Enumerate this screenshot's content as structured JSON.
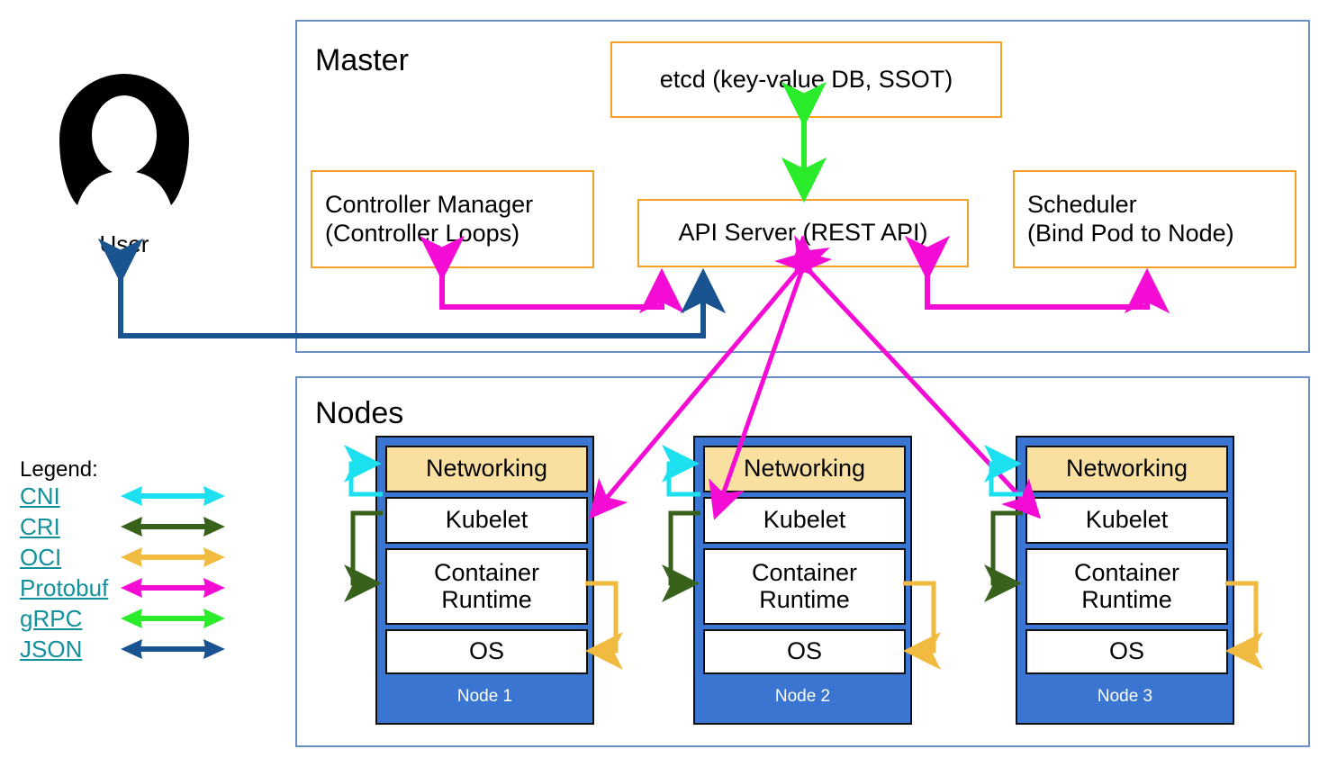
{
  "diagram": {
    "title_master": "Master",
    "title_nodes": "Nodes",
    "user_label": "User"
  },
  "master": {
    "etcd": "etcd (key-value DB, SSOT)",
    "controller_manager": "Controller Manager\n(Controller Loops)",
    "api_server": "API Server (REST API)",
    "scheduler": "Scheduler\n(Bind Pod to Node)"
  },
  "nodes": {
    "rows": [
      "Networking",
      "Kubelet",
      "Container\nRuntime",
      "OS"
    ],
    "items": [
      {
        "label": "Node 1"
      },
      {
        "label": "Node 2"
      },
      {
        "label": "Node 3"
      }
    ]
  },
  "legend": {
    "title": "Legend:",
    "items": [
      {
        "label": "CNI",
        "color": "#1ce0f0"
      },
      {
        "label": "CRI",
        "color": "#38611b"
      },
      {
        "label": "OCI",
        "color": "#f0bb40"
      },
      {
        "label": "Protobuf",
        "color": "#f40cd4"
      },
      {
        "label": "gRPC",
        "color": "#2bec2b"
      },
      {
        "label": "JSON",
        "color": "#1a5490"
      }
    ]
  },
  "colors": {
    "cni": "#1ce0f0",
    "cri": "#38611b",
    "oci": "#f0bb40",
    "protobuf": "#f40cd4",
    "grpc": "#2bec2b",
    "json": "#1a5490",
    "box_border": "#f5a027",
    "node_fill": "#3a76d1",
    "networking_fill": "#fae0a0",
    "frame_border": "#6b8fc4",
    "legend_link": "#12909c"
  }
}
